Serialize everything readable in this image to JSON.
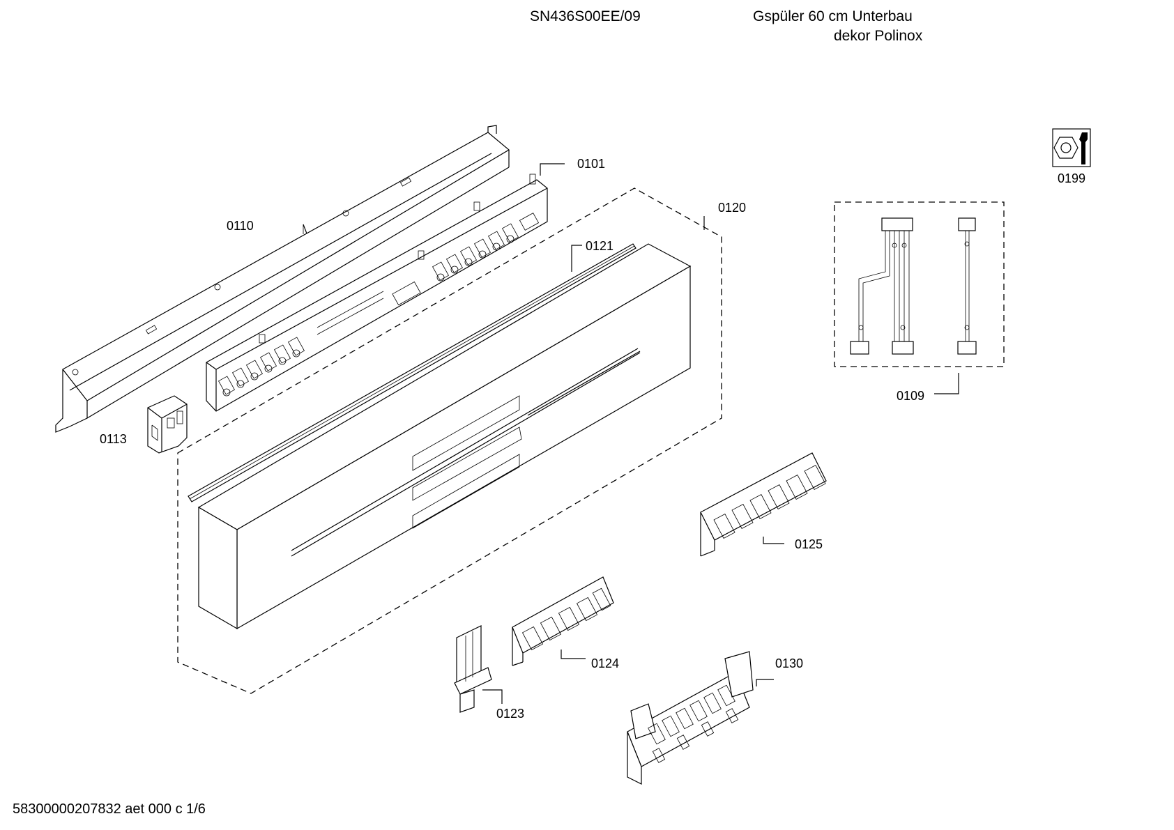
{
  "header": {
    "model": "SN436S00EE/09",
    "description_line1": "Gspüler 60 cm Unterbau",
    "description_line2": "dekor Polinox"
  },
  "footer": {
    "doc_id": "58300000207832 aet 000 c 1/6"
  },
  "icons": {
    "service_kit": "wrench-nut-icon"
  },
  "parts": {
    "p0101": "0101",
    "p0109": "0109",
    "p0110": "0110",
    "p0113": "0113",
    "p0120": "0120",
    "p0121": "0121",
    "p0123": "0123",
    "p0124": "0124",
    "p0125": "0125",
    "p0130": "0130",
    "p0199": "0199"
  }
}
